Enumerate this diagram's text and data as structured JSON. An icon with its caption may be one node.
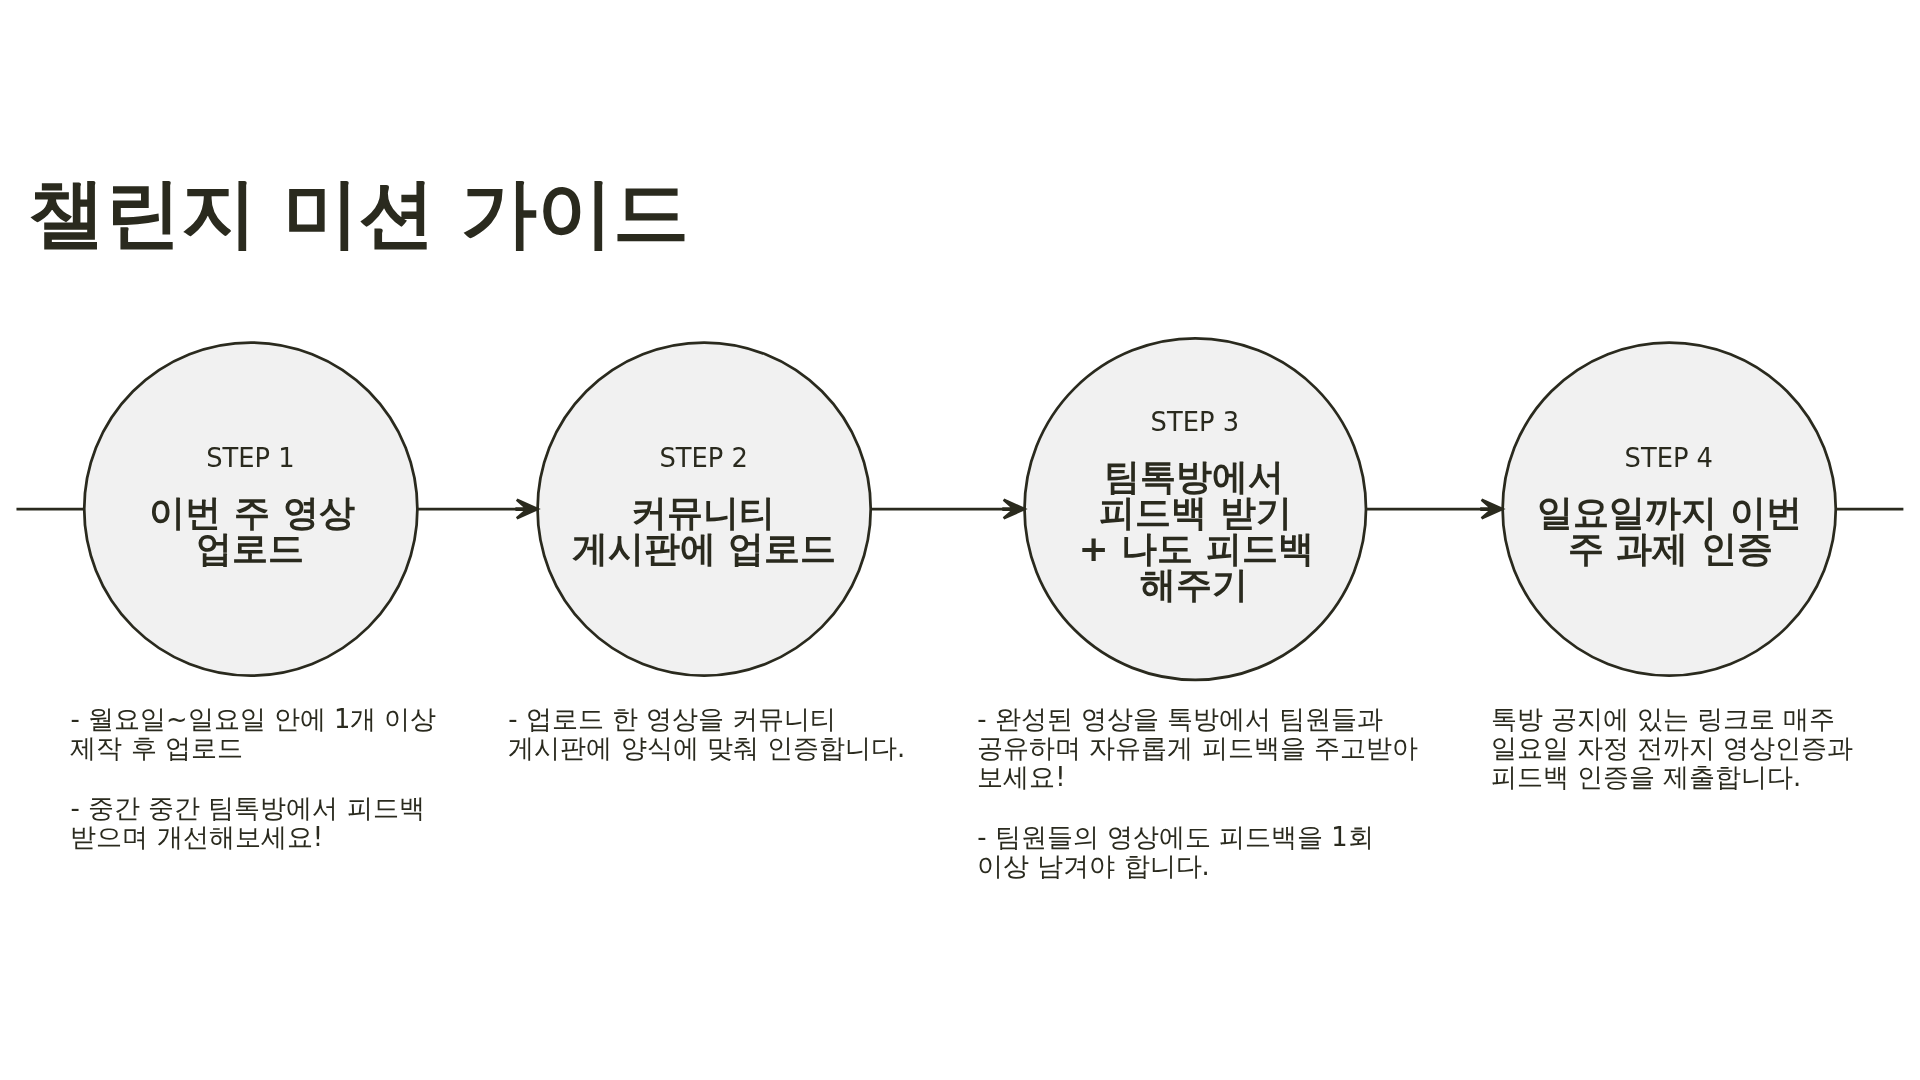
{
  "diagram": {
    "title": "챌린지 미션 가이드",
    "nodes": [
      {
        "text": [
          "STEP 1",
          "이번 주 영상 업로드"
        ],
        "beside": [
          "- 월요일~일요일 안에 1개 이상 제작 후 업로드",
          "- 중간 중간 팀톡방에서 피드백 받으며 개선해보세요!"
        ]
      },
      {
        "text": [
          "STEP 2",
          "커뮤니티 게시판에 업로드"
        ],
        "beside": [
          "- 업로드 한 영상을 커뮤니티 게시판에 양식에 맞춰 인증합니다."
        ]
      },
      {
        "text": [
          "STEP 3",
          "팀톡방에서 피드백 받기 + 나도 피드백 해주기"
        ],
        "beside": [
          "- 완성된 영상을 톡방에서 팀원들과 공유하며 자유롭게 피드백을 주고받아 보세요!",
          "- 팀원들의 영상에도 피드백을 1회 이상 남겨야 합니다."
        ]
      },
      {
        "text": [
          "STEP 4",
          "일요일까지 이번 주 과제 인증"
        ],
        "beside": [
          "톡방 공지에 있는 링크로 매주 일요일 자정 전까지 영상인증과 피드백 인증을 제출합니다."
        ]
      }
    ],
    "edges": [
      {
        "from": null,
        "to": 0,
        "arrow": "none"
      },
      {
        "from": 0,
        "to": 1,
        "arrow": "to"
      },
      {
        "from": 1,
        "to": 2,
        "arrow": "to"
      },
      {
        "from": 2,
        "to": 3,
        "arrow": "to"
      },
      {
        "from": 3,
        "to": null,
        "arrow": "none"
      }
    ]
  }
}
